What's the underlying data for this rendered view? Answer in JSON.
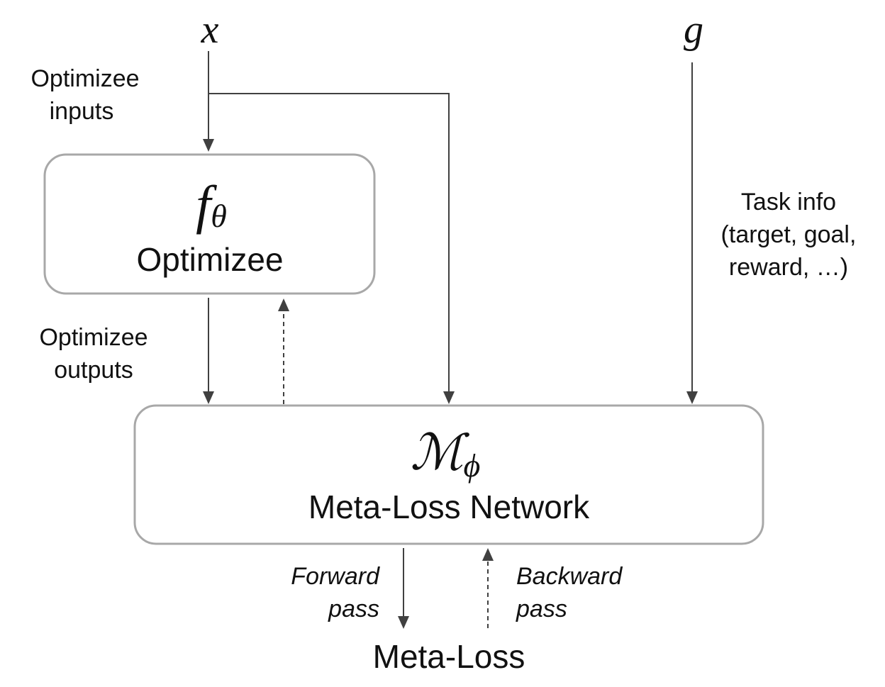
{
  "inputs": {
    "x_symbol": "x",
    "g_symbol": "g"
  },
  "labels": {
    "optimizee_inputs": [
      "Optimizee",
      "inputs"
    ],
    "optimizee_outputs": [
      "Optimizee",
      "outputs"
    ],
    "task_info": [
      "Task info",
      "(target, goal,",
      "reward, …)"
    ],
    "forward_pass": [
      "Forward",
      "pass"
    ],
    "backward_pass": [
      "Backward",
      "pass"
    ]
  },
  "optimizee_box": {
    "symbol": "f",
    "subscript": "θ",
    "title": "Optimizee"
  },
  "metaloss_box": {
    "symbol": "ℳ",
    "subscript": "ϕ",
    "title": "Meta-Loss Network"
  },
  "output": {
    "title": "Meta-Loss"
  }
}
